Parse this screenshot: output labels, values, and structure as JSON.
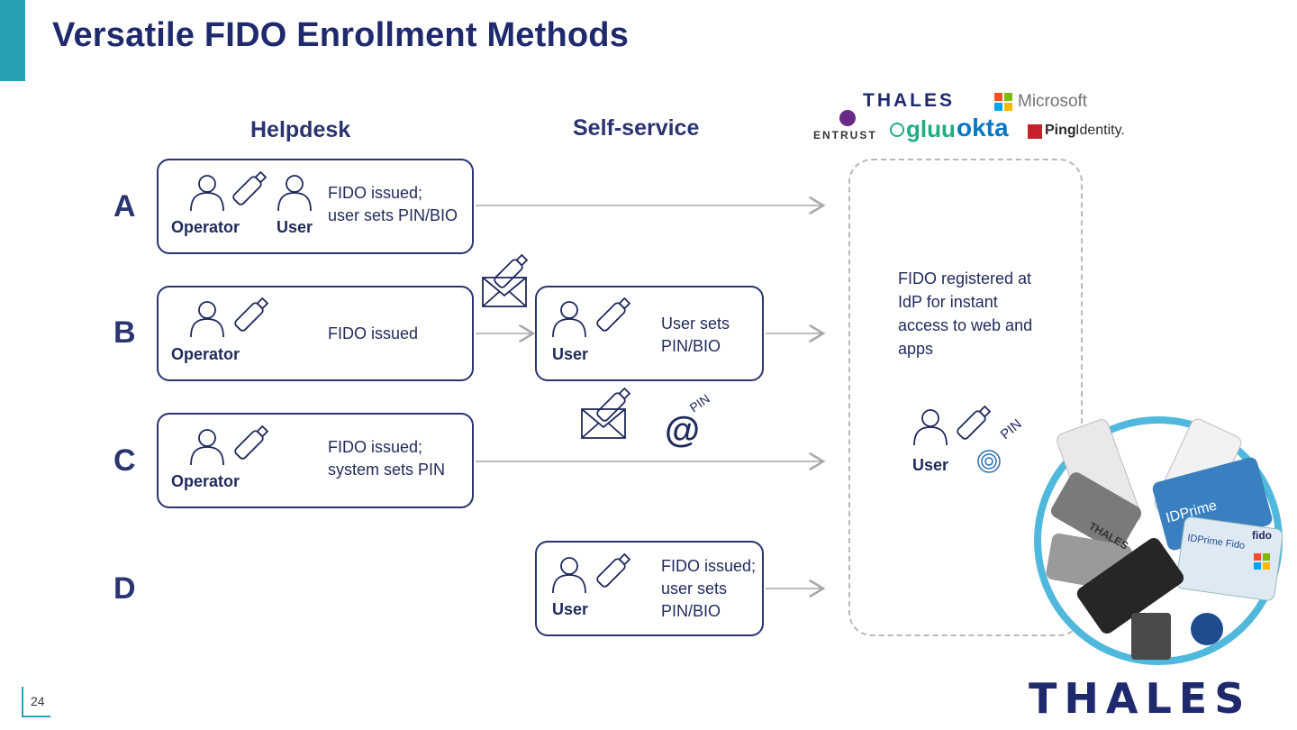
{
  "slide": {
    "title": "Versatile FIDO Enrollment Methods",
    "page_number": "24"
  },
  "columns": {
    "helpdesk": "Helpdesk",
    "self_service": "Self-service"
  },
  "rows": [
    {
      "letter": "A",
      "helpdesk_text": "FIDO issued;\nuser sets PIN/BIO",
      "roles": [
        "Operator",
        "User"
      ]
    },
    {
      "letter": "B",
      "helpdesk_text": "FIDO issued",
      "roles": [
        "Operator"
      ],
      "self_text": "User sets\nPIN/BIO",
      "self_role": "User"
    },
    {
      "letter": "C",
      "helpdesk_text": "FIDO issued;\nsystem sets PIN",
      "roles": [
        "Operator"
      ]
    },
    {
      "letter": "D",
      "self_text": "FIDO issued;\nuser sets\nPIN/BIO",
      "self_role": "User"
    }
  ],
  "pin_labels": {
    "email_pin": "PIN",
    "idp_pin": "PIN"
  },
  "idp": {
    "text": "FIDO registered at\nIdP for instant\naccess to web and\napps",
    "role": "User"
  },
  "logos": {
    "thales_small": "THALES",
    "microsoft": "Microsoft",
    "entrust": "ENTRUST",
    "gluu": "gluu",
    "okta": "okta",
    "ping_bold": "Ping",
    "ping_light": "Identity."
  },
  "product_labels": {
    "idprime": "IDPrime",
    "idprime_fido": "IDPrime Fido",
    "fido": "fido",
    "thales_key": "THALES"
  },
  "footer": {
    "brand": "THALES"
  },
  "icons": [
    "person-icon",
    "usb-key-icon",
    "envelope-icon",
    "at-sign-icon",
    "fingerprint-icon",
    "arrow-icon"
  ],
  "colors": {
    "navy": "#1f2a6e",
    "teal": "#2aa0b5",
    "arrow_gray": "#a8a8a8"
  }
}
